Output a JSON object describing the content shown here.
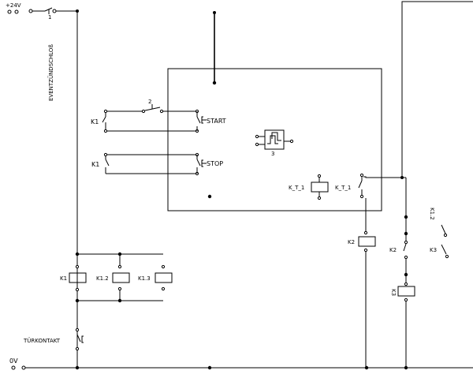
{
  "labels": {
    "supply_plus": "+24V",
    "supply_zero": "0V",
    "ignition_switch": "EVENTZÜNDSCHLOß",
    "ignition_switch_number": "1",
    "k1_contact_start": "K1",
    "k1_contact_stop": "K1",
    "start": "START",
    "stop": "STOP",
    "pushbutton_number": "2",
    "timer_number": "3",
    "k1_coil": "K1",
    "k12_coil": "K1.2",
    "k13_coil": "K1.3",
    "door_contact": "TÜRKONTAKT",
    "kt1_coil": "K_T_1",
    "kt1_contact": "K_T_1",
    "k2_coil": "K2",
    "k12_contact": "K1.2",
    "k2_contact": "K2",
    "k3_contact": "K3",
    "k3_coil": "K3"
  }
}
